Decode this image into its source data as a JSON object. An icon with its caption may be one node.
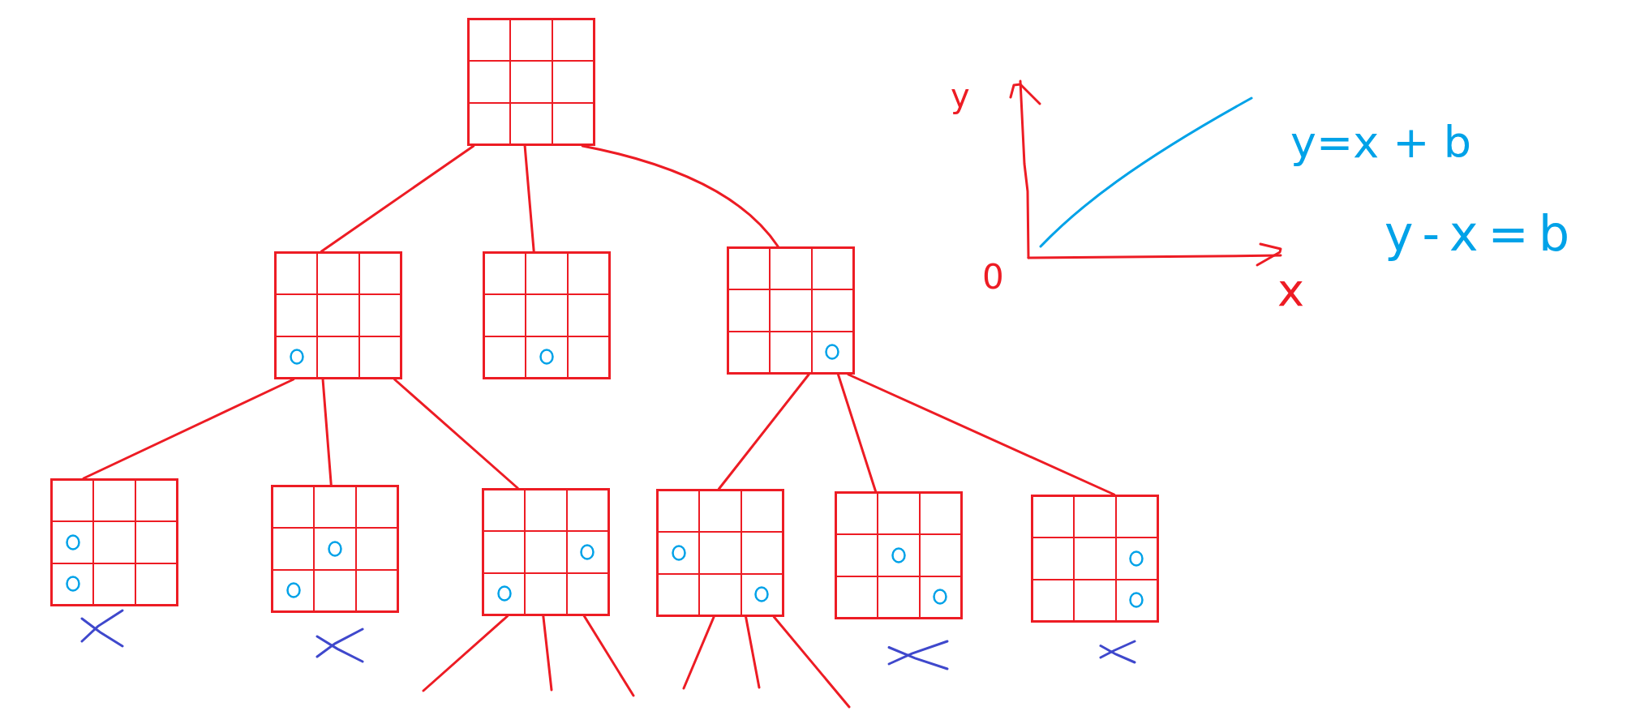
{
  "diagram": {
    "nodes": [
      {
        "text": [],
        "shape": "grid"
      },
      {
        "text": [],
        "shape": "grid"
      },
      {
        "text": [],
        "shape": "grid"
      },
      {
        "text": [],
        "shape": "grid"
      },
      {
        "text": [],
        "shape": "grid"
      },
      {
        "text": [],
        "shape": "grid"
      },
      {
        "text": [],
        "shape": "grid"
      },
      {
        "text": [],
        "shape": "grid"
      },
      {
        "text": [],
        "shape": "grid"
      },
      {
        "text": [],
        "shape": "grid"
      }
    ],
    "edges": [
      {
        "from": 0,
        "to": 1,
        "arrow": "none"
      },
      {
        "from": 0,
        "to": 2,
        "arrow": "none"
      },
      {
        "from": 0,
        "to": 3,
        "arrow": "none"
      },
      {
        "from": 1,
        "to": 4,
        "arrow": "none"
      },
      {
        "from": 1,
        "to": 5,
        "arrow": "none"
      },
      {
        "from": 1,
        "to": 6,
        "arrow": "none"
      },
      {
        "from": 3,
        "to": 7,
        "arrow": "none"
      },
      {
        "from": 3,
        "to": 8,
        "arrow": "none"
      },
      {
        "from": 3,
        "to": 9,
        "arrow": "none"
      },
      {
        "from": 6,
        "to": null,
        "arrow": "none"
      },
      {
        "from": 6,
        "to": null,
        "arrow": "none"
      },
      {
        "from": 6,
        "to": null,
        "arrow": "none"
      },
      {
        "from": 7,
        "to": null,
        "arrow": "none"
      },
      {
        "from": 7,
        "to": null,
        "arrow": "none"
      },
      {
        "from": 7,
        "to": null,
        "arrow": "none"
      }
    ],
    "labels": [
      "y",
      "0",
      "x",
      "y=x + b",
      "y-x=b"
    ]
  }
}
